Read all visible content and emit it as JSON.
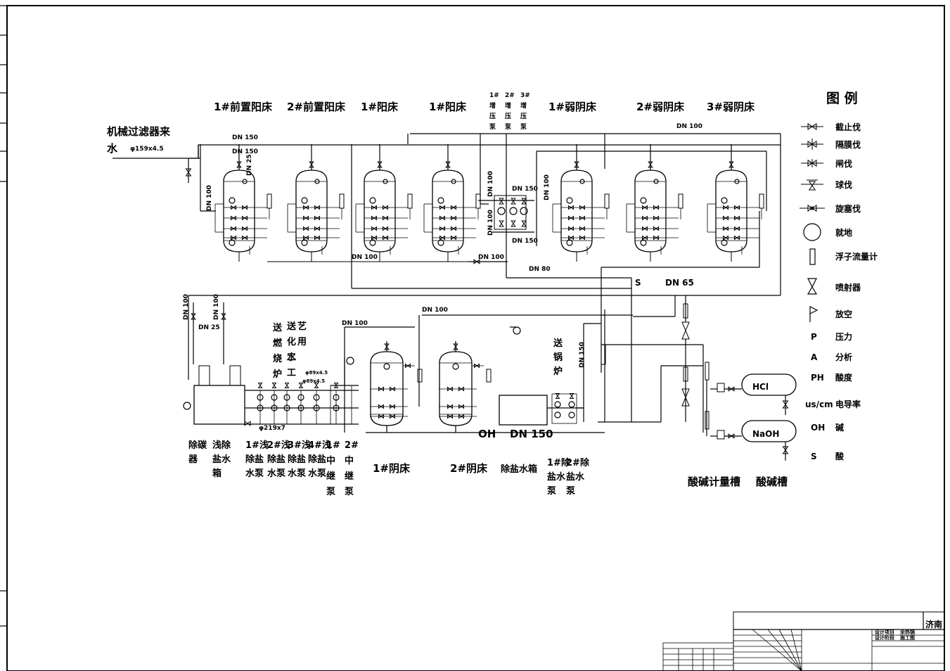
{
  "source": {
    "label": "机械过滤器来",
    "label2": "水",
    "pipe": "φ159x4.5"
  },
  "top_beds": [
    "1#前置阳床",
    "2#前置阳床",
    "1#阳床",
    "1#阳床",
    "1#弱阴床",
    "2#弱阴床",
    "3#弱阴床"
  ],
  "booster_pumps": [
    [
      "1#",
      "增",
      "压",
      "泵"
    ],
    [
      "2#",
      "增",
      "压",
      "泵"
    ],
    [
      "3#",
      "增",
      "压",
      "泵"
    ]
  ],
  "pipe_labels": {
    "dn150": "DN 150",
    "dn100": "DN 100",
    "dn25": "DN 25",
    "dn80": "DN 80",
    "dn65": "DN 65",
    "s": "S",
    "oh": "OH",
    "phi219": "φ219x7",
    "phi89_1": "φ89x4.5",
    "phi89_2": "φ89x4.5"
  },
  "send_labels": {
    "incinerator": [
      "送",
      "燃",
      "烧",
      "炉"
    ],
    "chem_a": [
      "送",
      "化",
      "工",
      "工"
    ],
    "chem_b": [
      "艺",
      "用",
      "水"
    ],
    "boiler": [
      "送",
      "锅",
      "炉"
    ]
  },
  "bottom_labels": {
    "decarbonizer": [
      "除碳",
      "器"
    ],
    "shallow_tank": [
      "浅除",
      "盐水",
      "箱"
    ],
    "shallow_pumps": [
      [
        "1#浅",
        "除盐",
        "水泵"
      ],
      [
        "2#浅",
        "除盐",
        "水泵"
      ],
      [
        "3#浅",
        "除盐",
        "水泵"
      ],
      [
        "4#浅",
        "除盐",
        "水泵"
      ]
    ],
    "relay_pumps": [
      [
        "1#",
        "中",
        "继",
        "泵"
      ],
      [
        "2#",
        "中",
        "继",
        "泵"
      ]
    ],
    "anion_beds": [
      "1#阴床",
      "2#阴床"
    ],
    "demin_tank": "除盐水箱",
    "demin_pumps": [
      [
        "1#除",
        "盐水",
        "泵"
      ],
      [
        "2#除",
        "盐水",
        "泵"
      ]
    ],
    "metering": "酸碱计量槽",
    "storage": "酸碱槽",
    "hcl": "HCl",
    "naoh": "NaOH"
  },
  "legend": {
    "title": "图  例",
    "items": [
      {
        "symbol": "globe-valve",
        "label": "截止伐"
      },
      {
        "symbol": "diaphragm-valve",
        "label": "隔膜伐"
      },
      {
        "symbol": "gate-valve",
        "label": "闸伐"
      },
      {
        "symbol": "ball-valve",
        "label": "球伐"
      },
      {
        "symbol": "plug-valve",
        "label": "旋塞伐"
      },
      {
        "symbol": "drain",
        "label": "就地"
      },
      {
        "symbol": "rotameter",
        "label": "浮子流量计"
      },
      {
        "symbol": "ejector",
        "label": "喷射器"
      },
      {
        "symbol": "vent",
        "label": "放空"
      },
      {
        "symbol": "P",
        "label": "压力"
      },
      {
        "symbol": "A",
        "label": "分析"
      },
      {
        "symbol": "PH",
        "label": "酸度"
      },
      {
        "symbol": "us/cm",
        "label": "电导率"
      },
      {
        "symbol": "OH",
        "label": "碱"
      },
      {
        "symbol": "S",
        "label": "酸"
      }
    ]
  },
  "title_block": {
    "company": "济南",
    "project": "设计项目",
    "project_val": "余热锅",
    "stage": "设计阶段",
    "stage_val": "施工图"
  }
}
